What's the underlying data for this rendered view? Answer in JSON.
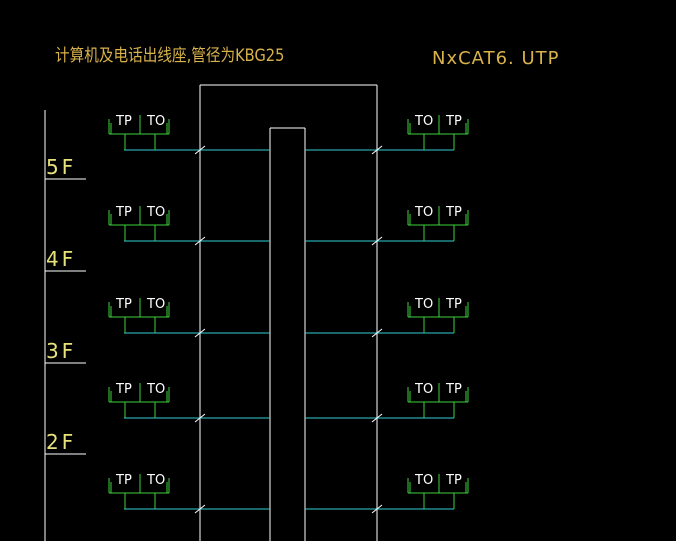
{
  "title_left": "计算机及电话出线座,管径为KBG25",
  "title_right": "NxCAT6. UTP",
  "floor_labels": [
    "5F",
    "4F",
    "3F",
    "2F"
  ],
  "outlet_labels": {
    "tp": "TP",
    "to": "TO"
  },
  "colors": {
    "background": "#000000",
    "title": "#d8b24a",
    "floor_label": "#e8e27a",
    "cable": "#2fd0d6",
    "outlet": "#3cd23c",
    "structure": "#ffffff"
  }
}
